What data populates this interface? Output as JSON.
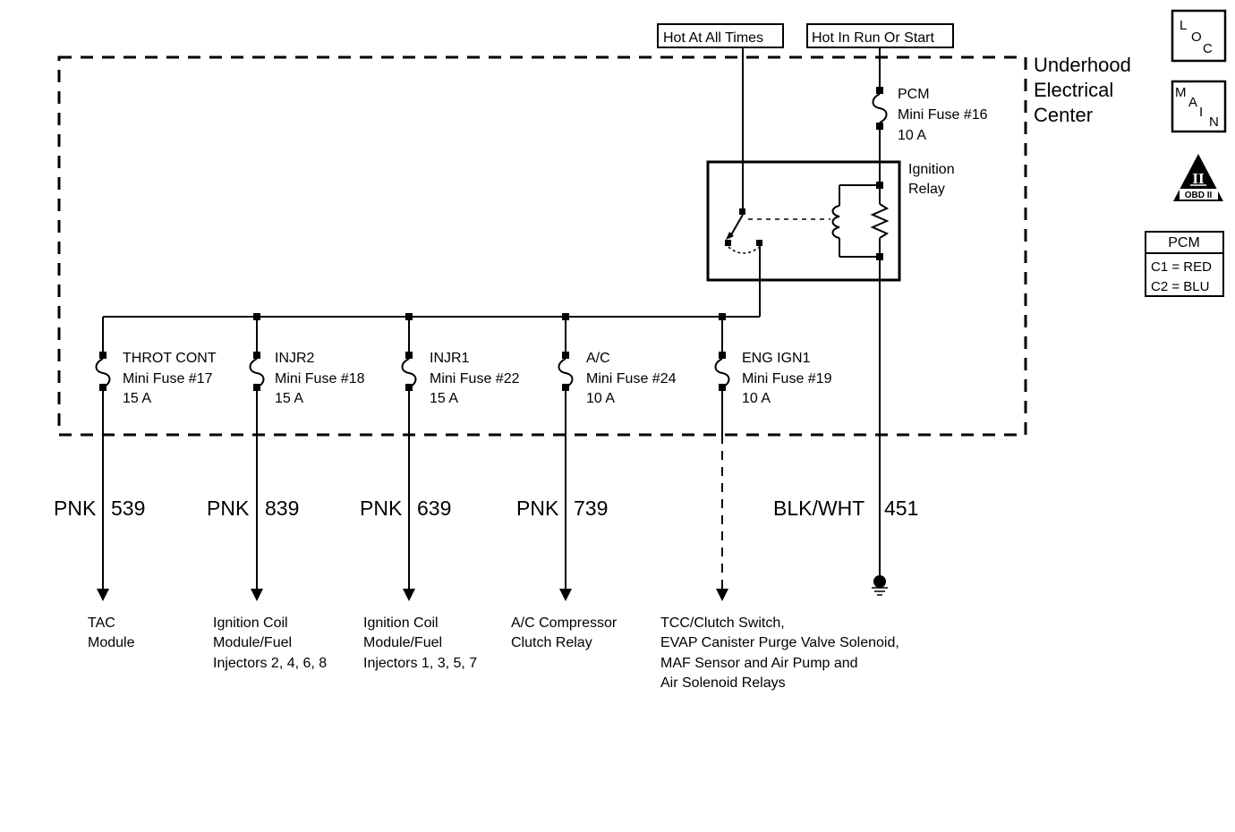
{
  "sources": {
    "hot_at_all_times": "Hot At All Times",
    "hot_in_run_or_start": "Hot In Run Or Start"
  },
  "center": {
    "line1": "Underhood",
    "line2": "Electrical",
    "line3": "Center"
  },
  "pcm_fuse": {
    "name": "PCM",
    "type": "Mini Fuse #16",
    "rating": "10 A"
  },
  "relay": {
    "line1": "Ignition",
    "line2": "Relay"
  },
  "fuses": [
    {
      "name": "THROT CONT",
      "type": "Mini Fuse #17",
      "rating": "15 A"
    },
    {
      "name": "INJR2",
      "type": "Mini Fuse #18",
      "rating": "15 A"
    },
    {
      "name": "INJR1",
      "type": "Mini Fuse #22",
      "rating": "15 A"
    },
    {
      "name": "A/C",
      "type": "Mini Fuse #24",
      "rating": "10 A"
    },
    {
      "name": "ENG IGN1",
      "type": "Mini Fuse #19",
      "rating": "10 A"
    }
  ],
  "wires": [
    {
      "color": "PNK",
      "circuit": "539"
    },
    {
      "color": "PNK",
      "circuit": "839"
    },
    {
      "color": "PNK",
      "circuit": "639"
    },
    {
      "color": "PNK",
      "circuit": "739"
    },
    {
      "color": "BLK/WHT",
      "circuit": "451"
    }
  ],
  "destinations": [
    {
      "line1": "TAC",
      "line2": "Module",
      "line3": ""
    },
    {
      "line1": "Ignition Coil",
      "line2": "Module/Fuel",
      "line3": "Injectors 2, 4, 6, 8"
    },
    {
      "line1": "Ignition Coil",
      "line2": "Module/Fuel",
      "line3": "Injectors 1, 3, 5, 7"
    },
    {
      "line1": "A/C Compressor",
      "line2": "Clutch Relay",
      "line3": ""
    },
    {
      "line1": "TCC/Clutch Switch,",
      "line2": "EVAP Canister Purge Valve Solenoid,",
      "line3": "MAF Sensor and Air Pump and",
      "line4": "Air Solenoid Relays"
    }
  ],
  "legend": {
    "loc": {
      "l": "L",
      "o": "O",
      "c": "C"
    },
    "main": {
      "m": "M",
      "a": "A",
      "i": "I",
      "n": "N"
    },
    "obd": {
      "numeral": "II",
      "text": "OBD II"
    },
    "pcm": {
      "title": "PCM",
      "c1": "C1 = RED",
      "c2": "C2 = BLU"
    }
  }
}
